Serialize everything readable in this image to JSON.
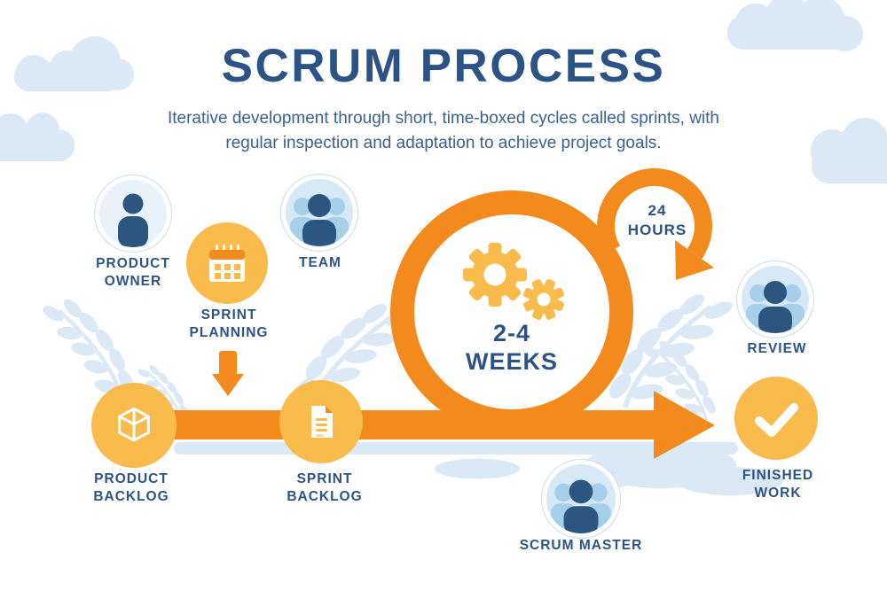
{
  "title": "SCRUM PROCESS",
  "subtitle": "Iterative development through short, time-boxed cycles called sprints, with regular inspection and adaptation to achieve project goals.",
  "loop": {
    "cycle_duration": "2-4 WEEKS",
    "daily_cycle": "24 HOURS"
  },
  "nodes": {
    "product_owner": {
      "label": "PRODUCT OWNER",
      "icon": "person-icon"
    },
    "team": {
      "label": "TEAM",
      "icon": "people-group-icon"
    },
    "sprint_planning": {
      "label": "SPRINT PLANNING",
      "icon": "calendar-icon"
    },
    "product_backlog": {
      "label": "PRODUCT BACKLOG",
      "icon": "cube-icon"
    },
    "sprint_backlog": {
      "label": "SPRINT BACKLOG",
      "icon": "document-icon"
    },
    "review": {
      "label": "REVIEW",
      "icon": "people-group-icon"
    },
    "finished_work": {
      "label": "FINISHED WORK",
      "icon": "checkmark-icon"
    },
    "scrum_master": {
      "label": "SCRUM MASTER",
      "icon": "people-group-icon"
    }
  },
  "colors": {
    "orange": "#F28A1D",
    "amber": "#F8BB4C",
    "navy": "#2C5385",
    "subnavy": "#3A6190",
    "lightblue": "#DBE9F7",
    "iconnavy": "#2A567F",
    "iconblue": "#A6CFEA"
  }
}
